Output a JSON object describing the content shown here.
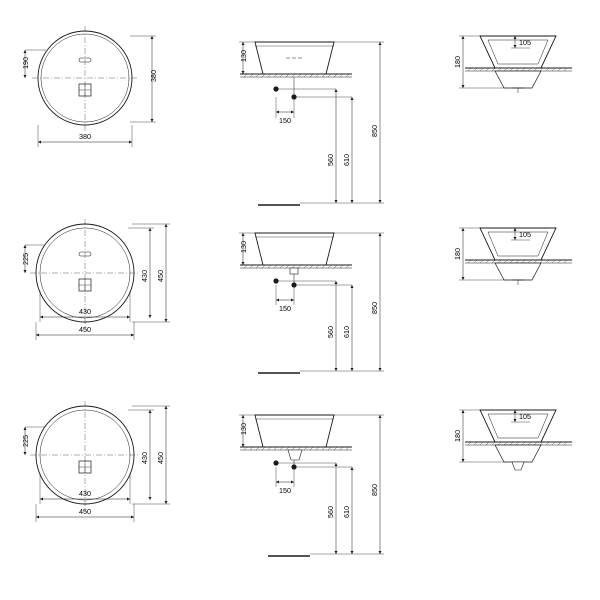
{
  "page": {
    "title": "Technical drawing — washbasin dimensions",
    "units": "mm",
    "line_color": "#1a1a1a",
    "fill_color": "#ffffff",
    "bg_color": "#ffffff"
  },
  "rows": [
    {
      "id": "row-1",
      "plan": {
        "diameter_outer": "380",
        "diameter_inner": "380",
        "depth_label": "190"
      },
      "front": {
        "height_basin": "130",
        "tap_offset": "150",
        "dim_560": "560",
        "dim_610": "610",
        "dim_850": "850"
      },
      "side": {
        "rim_height": "105",
        "total_height": "180"
      }
    },
    {
      "id": "row-2",
      "plan": {
        "diameter_outer": "450",
        "diameter_inner": "430",
        "diameter_inner_right": "430",
        "diameter_outer_right": "450",
        "depth_label": "225"
      },
      "front": {
        "height_basin": "130",
        "tap_offset": "150",
        "dim_560": "560",
        "dim_610": "610",
        "dim_850": "850"
      },
      "side": {
        "rim_height": "105",
        "total_height": "180"
      }
    },
    {
      "id": "row-3",
      "plan": {
        "diameter_outer": "450",
        "diameter_inner": "430",
        "diameter_inner_right": "430",
        "diameter_outer_right": "450",
        "depth_label": "225"
      },
      "front": {
        "height_basin": "130",
        "tap_offset": "150",
        "dim_560": "560",
        "dim_610": "610",
        "dim_850": "850"
      },
      "side": {
        "rim_height": "105",
        "total_height": "180"
      }
    }
  ]
}
